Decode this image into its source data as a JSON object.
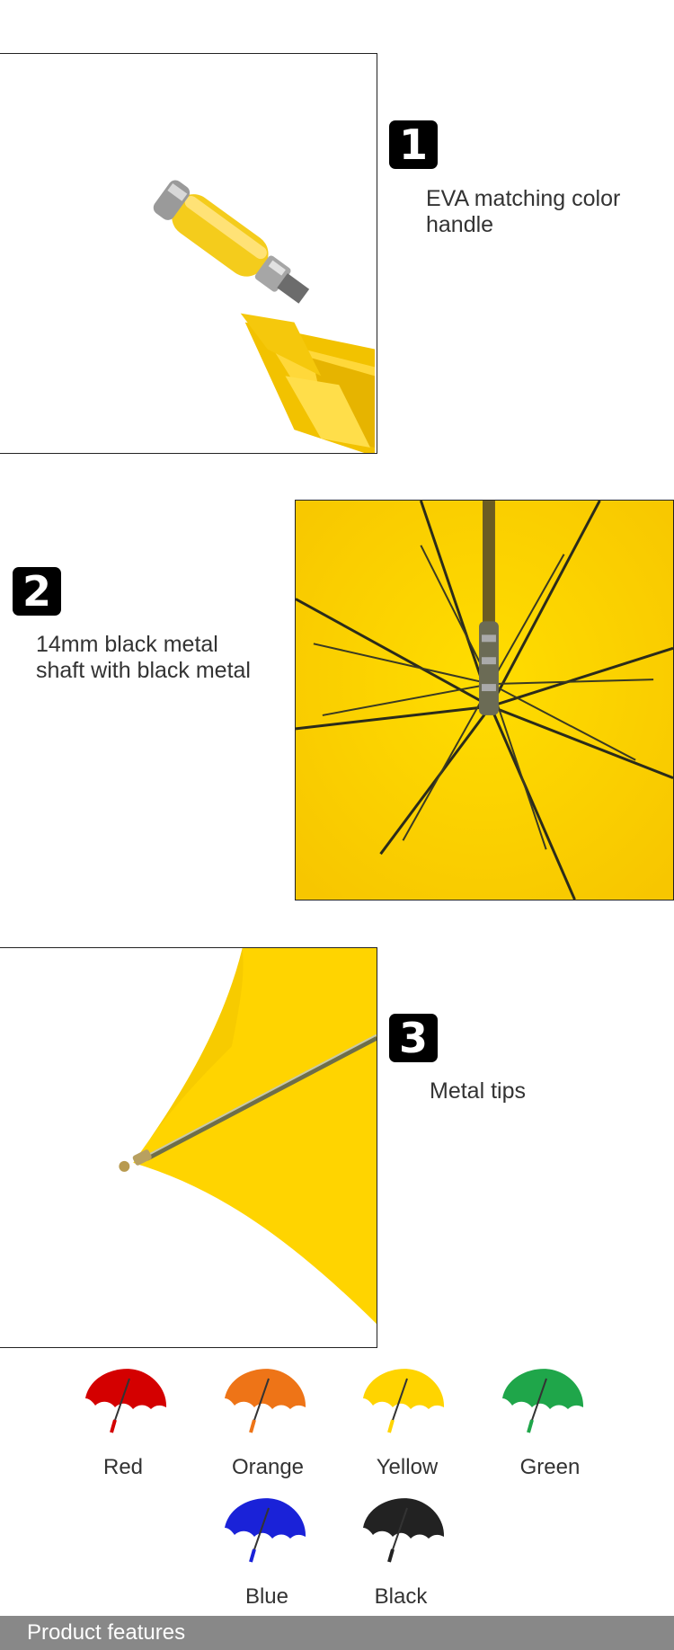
{
  "features": [
    {
      "number": "1",
      "text_line1": "EVA matching color",
      "text_line2": "handle",
      "icon": "umbrella-handle-photo"
    },
    {
      "number": "2",
      "text_line1": "14mm black metal",
      "text_line2": "shaft with black metal",
      "icon": "umbrella-frame-photo"
    },
    {
      "number": "3",
      "text_line1": "Metal tips",
      "icon": "umbrella-tip-photo"
    }
  ],
  "colors": [
    {
      "label": "Red",
      "hex": "#d40000"
    },
    {
      "label": "Orange",
      "hex": "#ee7417"
    },
    {
      "label": "Yellow",
      "hex": "#ffd400"
    },
    {
      "label": "Green",
      "hex": "#1fa64a"
    },
    {
      "label": "Blue",
      "hex": "#1a22d8"
    },
    {
      "label": "Black",
      "hex": "#222222"
    }
  ],
  "footer": {
    "label": "Product features",
    "color": "#888888"
  },
  "accent": {
    "yellow": "#ffd100"
  }
}
